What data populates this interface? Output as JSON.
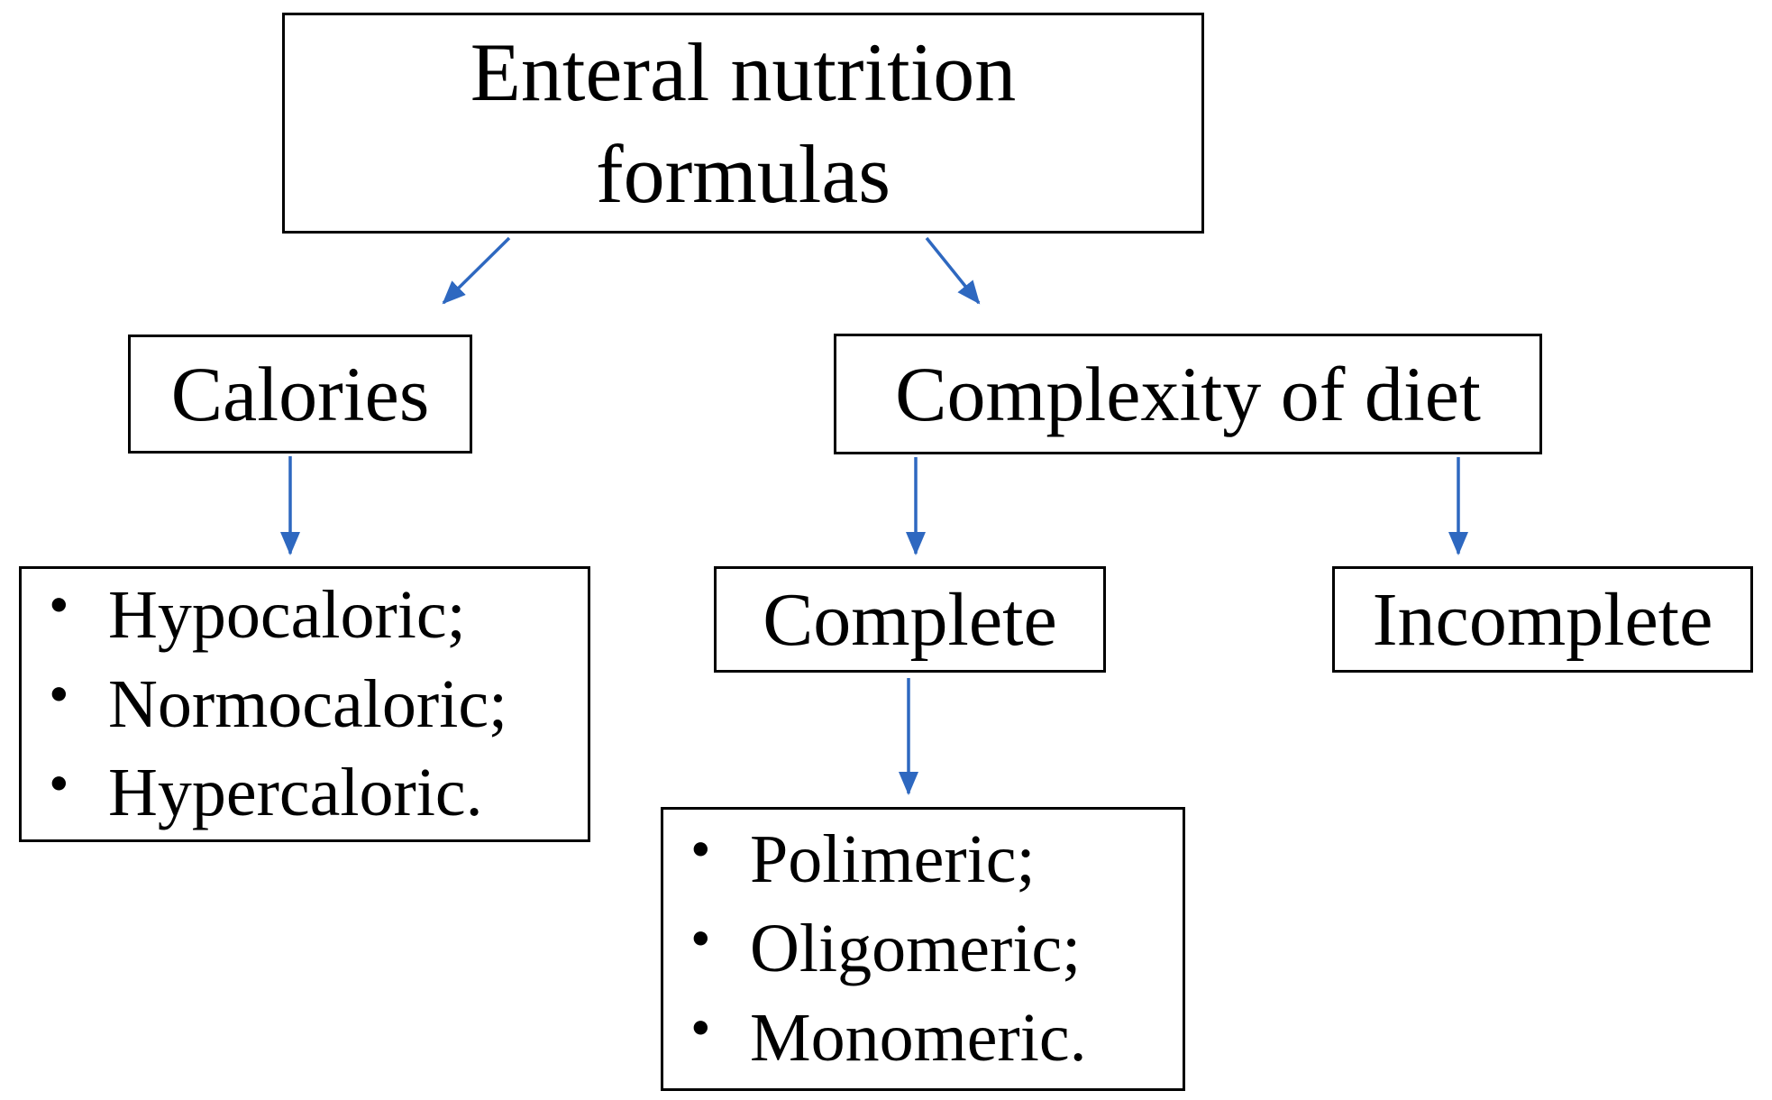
{
  "colors": {
    "arrow": "#2e68c0",
    "box_border": "#000000",
    "box_background": "#ffffff",
    "text": "#000000",
    "page_background": "#ffffff"
  },
  "diagram": {
    "title_box": {
      "label": "Enteral nutrition\nformulas"
    },
    "calories_box": {
      "label": "Calories"
    },
    "complexity_box": {
      "label": "Complexity of diet"
    },
    "complete_box": {
      "label": "Complete"
    },
    "incomplete_box": {
      "label": "Incomplete"
    },
    "calories_list_box": {
      "items": [
        "Hypocaloric;",
        "Normocaloric;",
        "Hypercaloric."
      ]
    },
    "complete_list_box": {
      "items": [
        "Polimeric;",
        "Oligomeric;",
        "Monomeric."
      ]
    },
    "connectors": [
      "root-to-calories",
      "root-to-complexity",
      "calories-to-types",
      "complexity-to-complete",
      "complexity-to-incomplete",
      "complete-to-types"
    ]
  }
}
